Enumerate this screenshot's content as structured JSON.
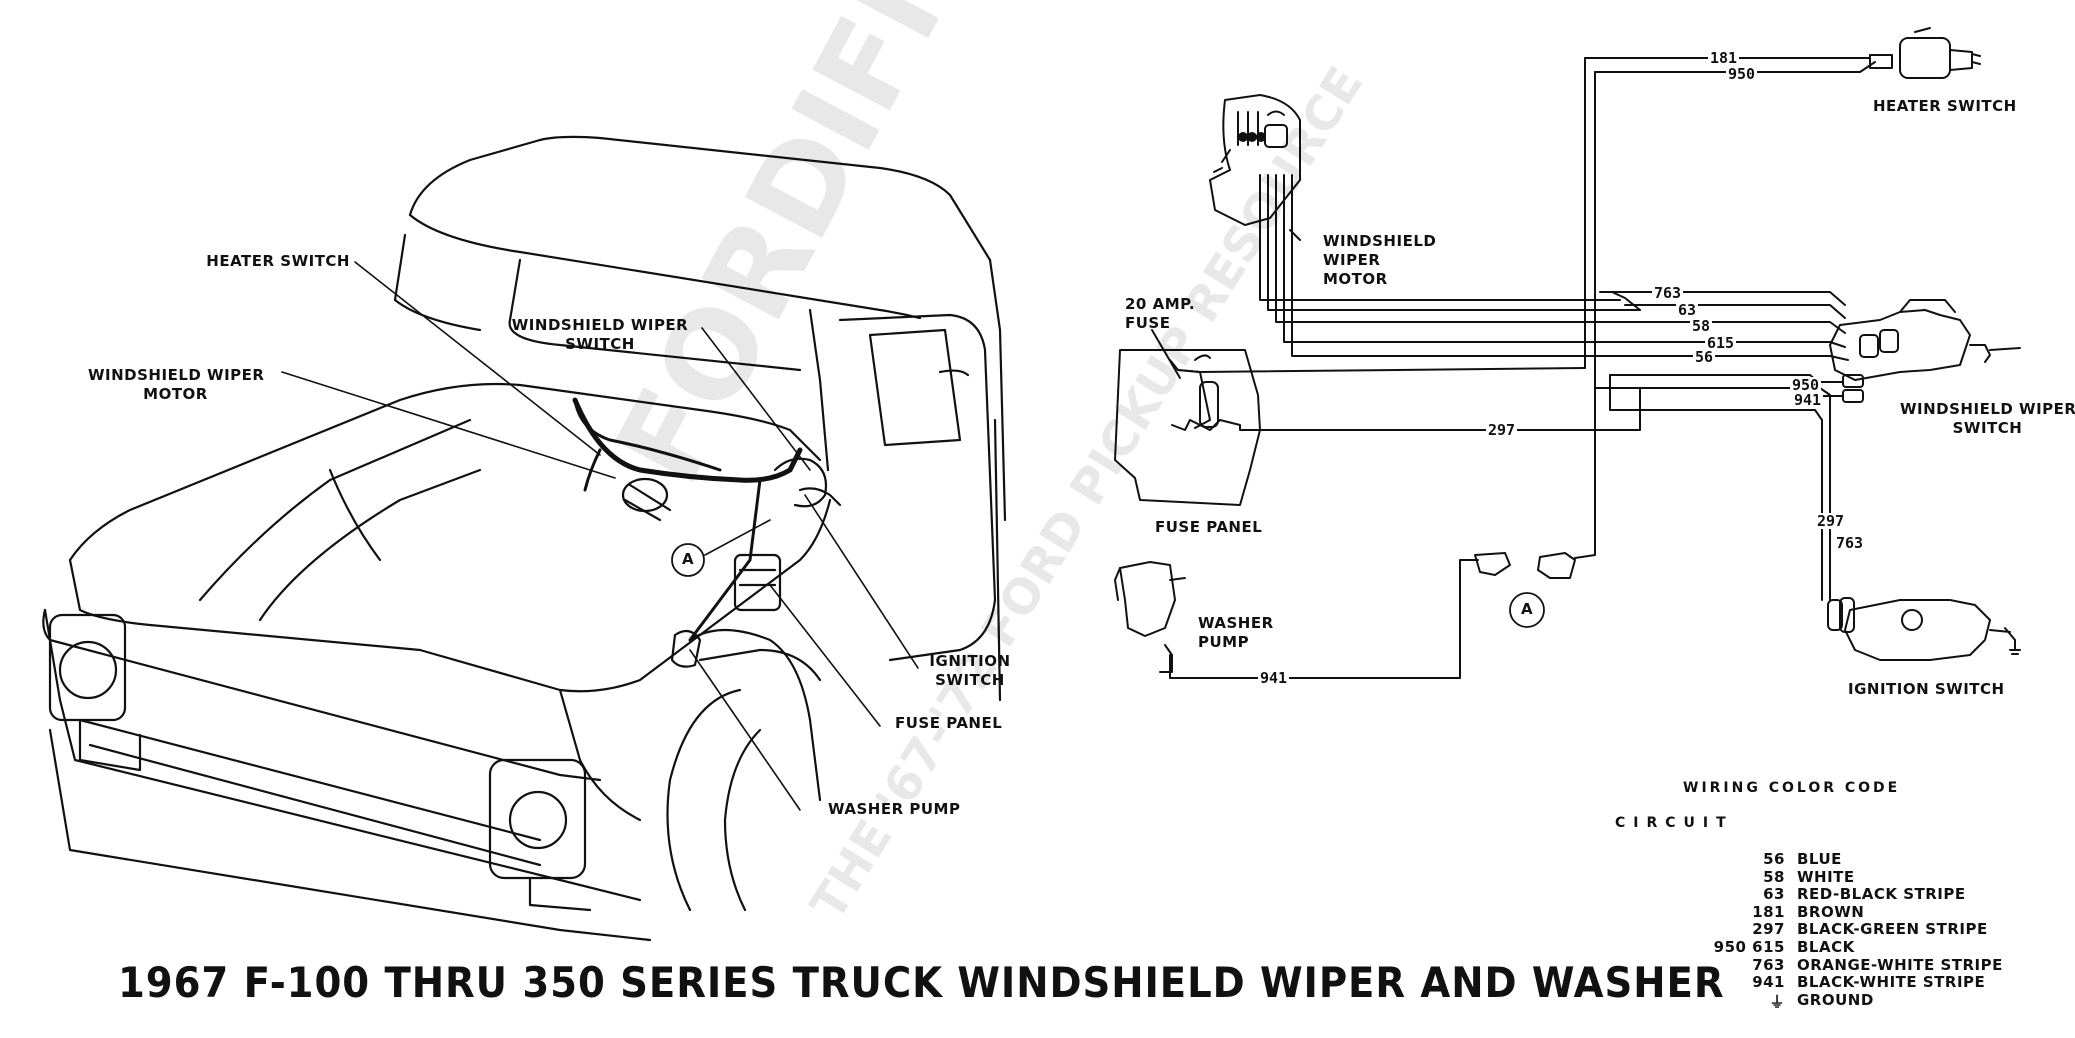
{
  "title": "1967 F-100 THRU 350 SERIES TRUCK WINDSHIELD WIPER AND WASHER",
  "watermark": {
    "line1": "FORDIFICATION",
    "line2": "THE '67-'72 FORD PICKUP RESOURCE"
  },
  "truck_labels": {
    "heater_switch": "HEATER SWITCH",
    "wiper_switch_1": "WINDSHIELD WIPER",
    "wiper_switch_2": "SWITCH",
    "wiper_motor_1": "WINDSHIELD WIPER",
    "wiper_motor_2": "MOTOR",
    "connector_a": "A",
    "ignition_switch_1": "IGNITION",
    "ignition_switch_2": "SWITCH",
    "fuse_panel": "FUSE PANEL",
    "washer_pump": "WASHER PUMP"
  },
  "schematic_labels": {
    "wiper_motor_1": "WINDSHIELD",
    "wiper_motor_2": "WIPER",
    "wiper_motor_3": "MOTOR",
    "fuse_1": "20 AMP.",
    "fuse_2": "FUSE",
    "fuse_panel": "FUSE PANEL",
    "washer_pump_1": "WASHER",
    "washer_pump_2": "PUMP",
    "connector_a": "A",
    "heater_switch": "HEATER SWITCH",
    "wiper_switch_1": "WINDSHIELD WIPER",
    "wiper_switch_2": "SWITCH",
    "ignition_switch": "IGNITION SWITCH"
  },
  "wire_numbers": {
    "w181": "181",
    "w950_top": "950",
    "w763": "763",
    "w63": "63",
    "w58": "58",
    "w615": "615",
    "w56": "56",
    "w950_mid": "950",
    "w941_mid": "941",
    "w297": "297",
    "w297_v": "297",
    "w763_v": "763",
    "w941_bottom": "941"
  },
  "legend": {
    "heading": "WIRING COLOR CODE",
    "circuit": "CIRCUIT",
    "rows": [
      {
        "num": "56",
        "color": "BLUE"
      },
      {
        "num": "58",
        "color": "WHITE"
      },
      {
        "num": "63",
        "color": "RED-BLACK STRIPE"
      },
      {
        "num": "181",
        "color": "BROWN"
      },
      {
        "num": "297",
        "color": "BLACK-GREEN STRIPE"
      },
      {
        "num": "950 615",
        "color": "BLACK"
      },
      {
        "num": "763",
        "color": "ORANGE-WHITE STRIPE"
      },
      {
        "num": "941",
        "color": "BLACK-WHITE STRIPE"
      },
      {
        "num": "⏚",
        "color": "GROUND"
      }
    ]
  }
}
